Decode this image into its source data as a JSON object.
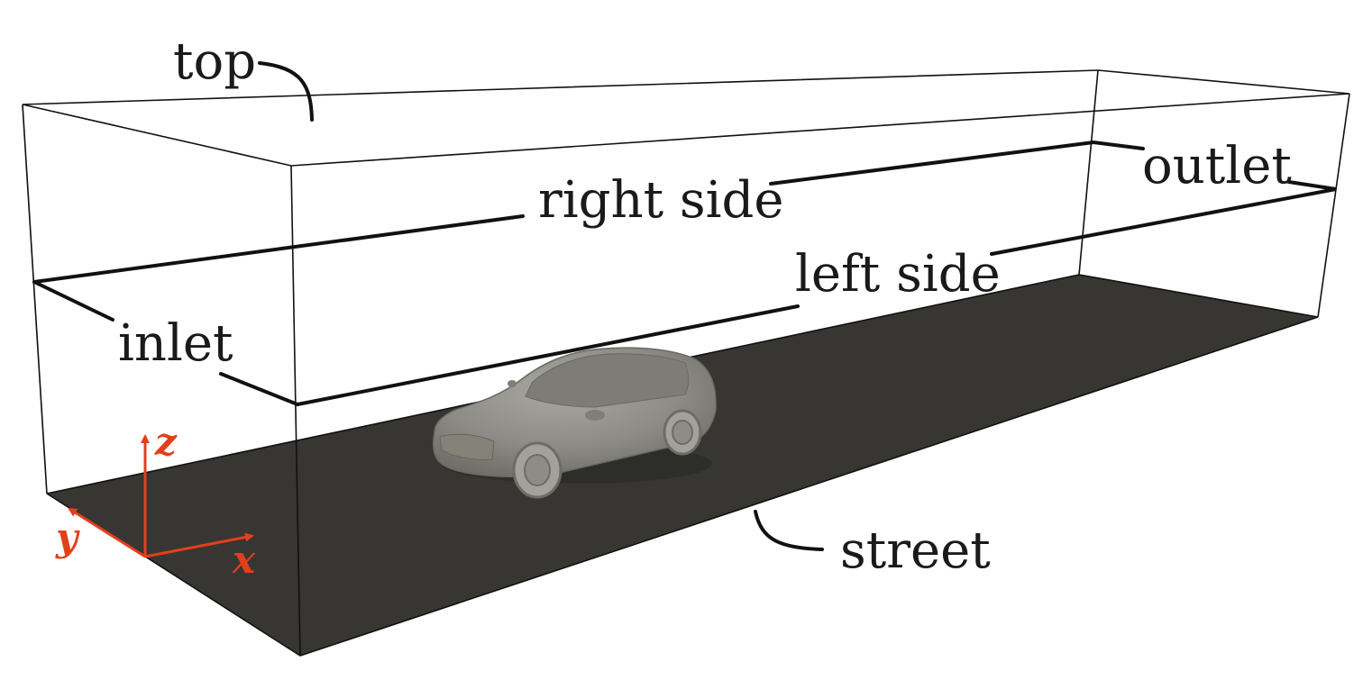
{
  "labels": {
    "top": "top",
    "right_side": "right side",
    "outlet": "outlet",
    "left_side": "left side",
    "inlet": "inlet",
    "street": "street"
  },
  "axes": {
    "x": "x",
    "y": "y",
    "z": "z"
  },
  "colors": {
    "street": "#373632",
    "car": "#8f8e88",
    "axes": "#e2401b",
    "edges": "#111111"
  }
}
